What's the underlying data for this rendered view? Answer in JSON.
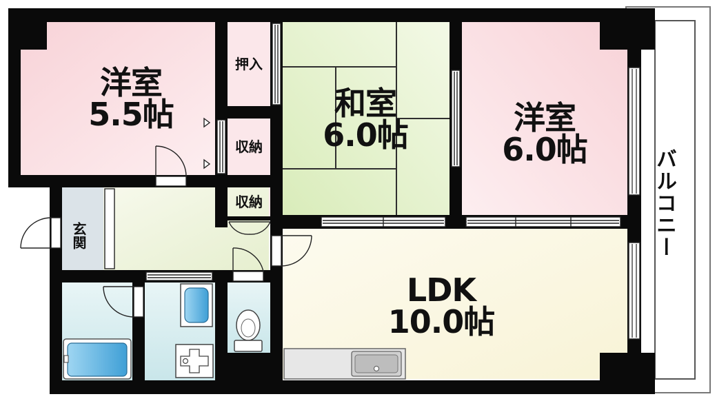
{
  "rooms": {
    "western_room_1": {
      "name": "洋室",
      "size": "5.5帖"
    },
    "japanese_room": {
      "name": "和室",
      "size": "6.0帖"
    },
    "western_room_2": {
      "name": "洋室",
      "size": "6.0帖"
    },
    "ldk": {
      "name": "LDK",
      "size": "10.0帖"
    },
    "oshiire": {
      "label": "押入"
    },
    "storage_1": {
      "label": "収納"
    },
    "storage_2": {
      "label": "収納"
    },
    "entrance": {
      "label": "玄関"
    },
    "balcony": {
      "label": "バルコニー"
    }
  },
  "colors": {
    "wall": "#0a0a0a",
    "western_room_fill": "#fbdde0",
    "japanese_room_fill": "#e6f2cf",
    "ldk_fill": "#fbf8e6",
    "hall_fill": "#f0f4dd",
    "wet_area_fill": "#d8eef0",
    "entrance_fill": "#dde6ec"
  }
}
